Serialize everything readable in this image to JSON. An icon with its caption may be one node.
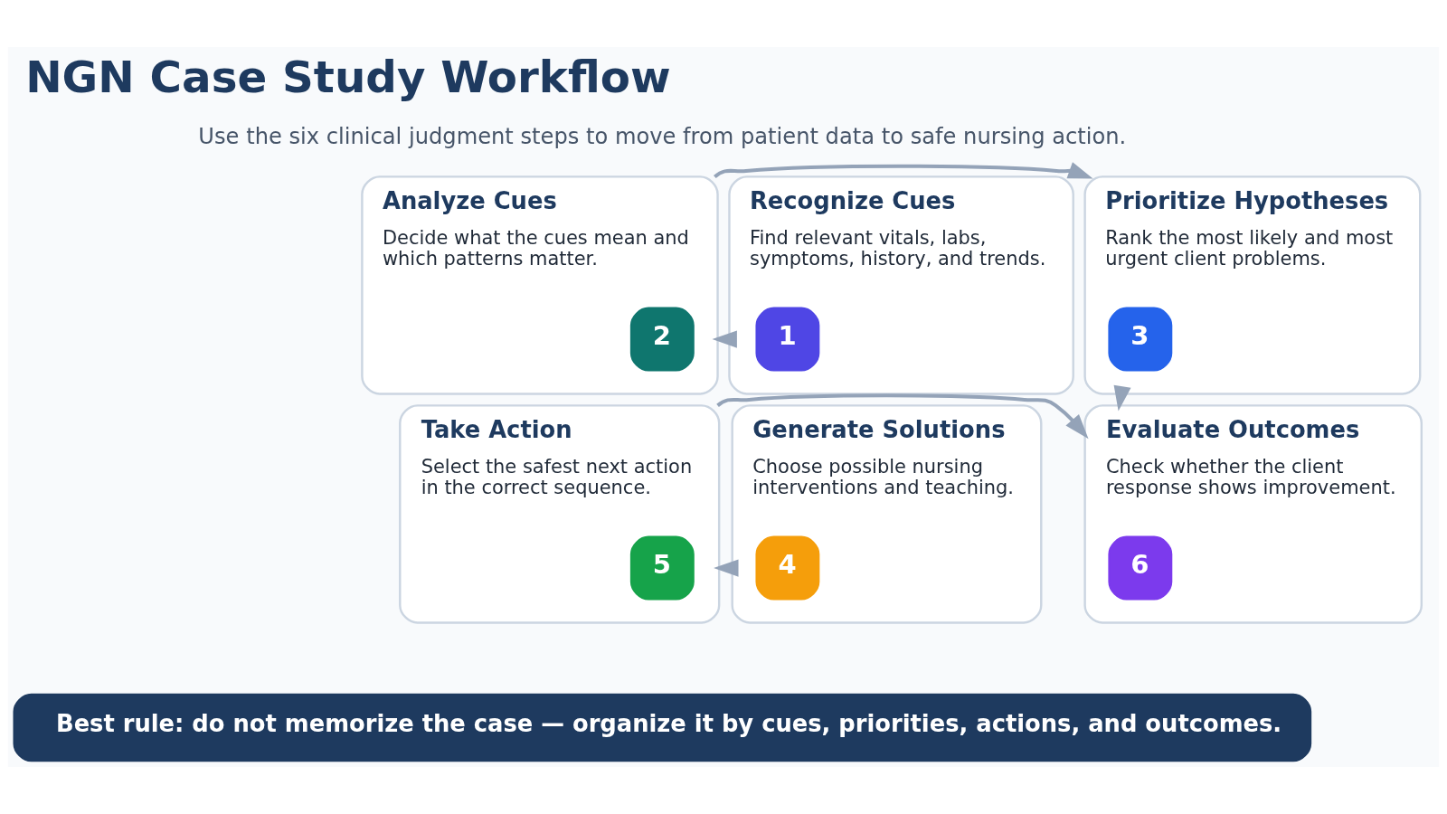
{
  "diagram": {
    "title": "NGN Case Study Workflow",
    "nodes": [
      {
        "text": [
          "Recognize Cues",
          "Find relevant vitals, labs, symptoms, history, and trends."
        ]
      },
      {
        "text": [
          "1"
        ],
        "in": 0
      },
      {
        "text": [
          "Analyze Cues",
          "Decide what the cues mean and which patterns matter."
        ]
      },
      {
        "text": [
          "2"
        ],
        "in": 2
      },
      {
        "text": [
          "Prioritize Hypotheses",
          "Rank the most likely and most urgent client problems."
        ]
      },
      {
        "text": [
          "3"
        ],
        "in": 4
      },
      {
        "text": [
          "Generate Solutions",
          "Choose possible nursing interventions and teaching."
        ]
      },
      {
        "text": [
          "4"
        ],
        "in": 6
      },
      {
        "text": [
          "Take Action",
          "Select the safest next action in the correct sequence."
        ]
      },
      {
        "text": [
          "5"
        ],
        "in": 8
      },
      {
        "text": [
          "Evaluate Outcomes",
          "Check whether the client response shows improvement."
        ]
      },
      {
        "text": [
          "6"
        ],
        "in": 10
      },
      {
        "text": [
          "Best rule: do not memorize the case — organize it by cues, priorities, actions, and outcomes."
        ]
      }
    ],
    "edges": [
      {
        "from": 0,
        "to": 2,
        "arrow": "to"
      },
      {
        "from": 2,
        "to": 4,
        "arrow": "to"
      },
      {
        "from": 4,
        "to": 10,
        "arrow": "to"
      },
      {
        "from": 6,
        "to": 8,
        "arrow": "to"
      },
      {
        "from": 8,
        "to": 10,
        "arrow": "to"
      }
    ],
    "labels": [
      "Use the six clinical judgment steps to move from patient data to safe nursing action."
    ]
  }
}
